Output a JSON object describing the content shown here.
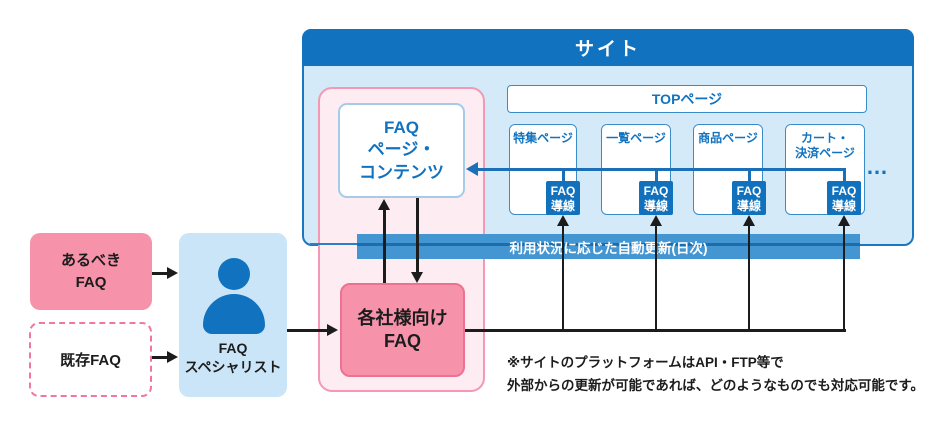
{
  "site": {
    "title": "サイト",
    "top_page": {
      "label": "TOPページ"
    },
    "pages": [
      {
        "label": "特集ページ",
        "faq_link_label": "FAQ\n導線"
      },
      {
        "label": "一覧ページ",
        "faq_link_label": "FAQ\n導線"
      },
      {
        "label": "商品ページ",
        "faq_link_label": "FAQ\n導線"
      },
      {
        "label": "カート・\n決済ページ",
        "faq_link_label": "FAQ\n導線"
      }
    ],
    "ellipsis": "…"
  },
  "pink_group": {
    "faq_page_content": {
      "label": "FAQ\nページ・\nコンテンツ"
    },
    "company_faq": {
      "label": "各社様向け\nFAQ"
    }
  },
  "auto_update_bar": {
    "label": "利用状況に応じた自動更新(日次)"
  },
  "left_flow": {
    "ideal_faq": {
      "label": "あるべき\nFAQ"
    },
    "existing_faq": {
      "label": "既存FAQ"
    },
    "specialist": {
      "label": "FAQ\nスペシャリスト"
    }
  },
  "note": {
    "text": "※サイトのプラットフォームはAPI・FTP等で\n外部からの更新が可能であれば、どのようなものでも対応可能です。"
  },
  "colors": {
    "primary_blue": "#1173c0",
    "site_fill": "#d5eaf9",
    "bar_blue": "#4496d3",
    "pink_fill": "#f693ab",
    "pink_light": "#fdecf2",
    "specialist_fill": "#cbe5f8",
    "line_black": "#1c1c1c"
  }
}
